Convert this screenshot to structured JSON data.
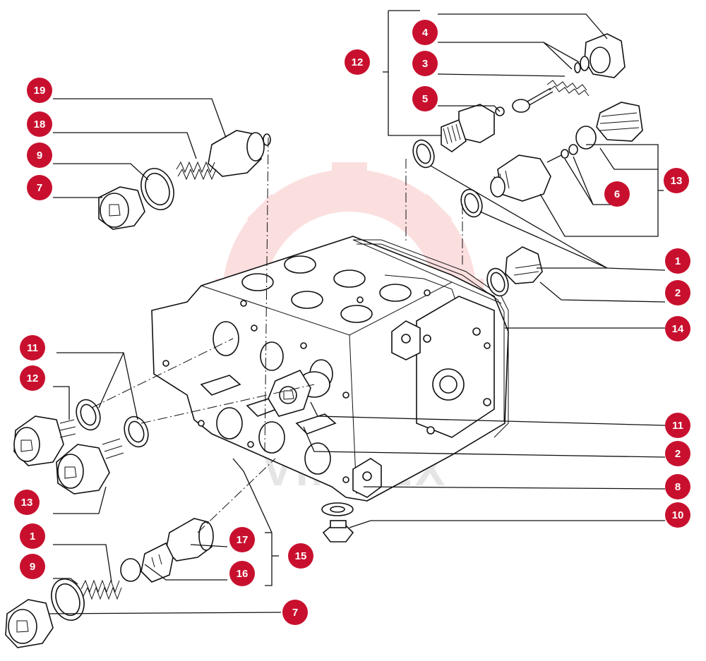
{
  "watermark": {
    "text": "VIMTEX",
    "color": "#f4a6a6"
  },
  "accent_color": "#c8102e",
  "callouts": [
    {
      "label": "19"
    },
    {
      "label": "18"
    },
    {
      "label": "9"
    },
    {
      "label": "7"
    },
    {
      "label": "12"
    },
    {
      "label": "4"
    },
    {
      "label": "3"
    },
    {
      "label": "5"
    },
    {
      "label": "13"
    },
    {
      "label": "6"
    },
    {
      "label": "1"
    },
    {
      "label": "2"
    },
    {
      "label": "14"
    },
    {
      "label": "11"
    },
    {
      "label": "12"
    },
    {
      "label": "13"
    },
    {
      "label": "11"
    },
    {
      "label": "2"
    },
    {
      "label": "8"
    },
    {
      "label": "10"
    },
    {
      "label": "1"
    },
    {
      "label": "17"
    },
    {
      "label": "9"
    },
    {
      "label": "16"
    },
    {
      "label": "15"
    },
    {
      "label": "7"
    }
  ]
}
